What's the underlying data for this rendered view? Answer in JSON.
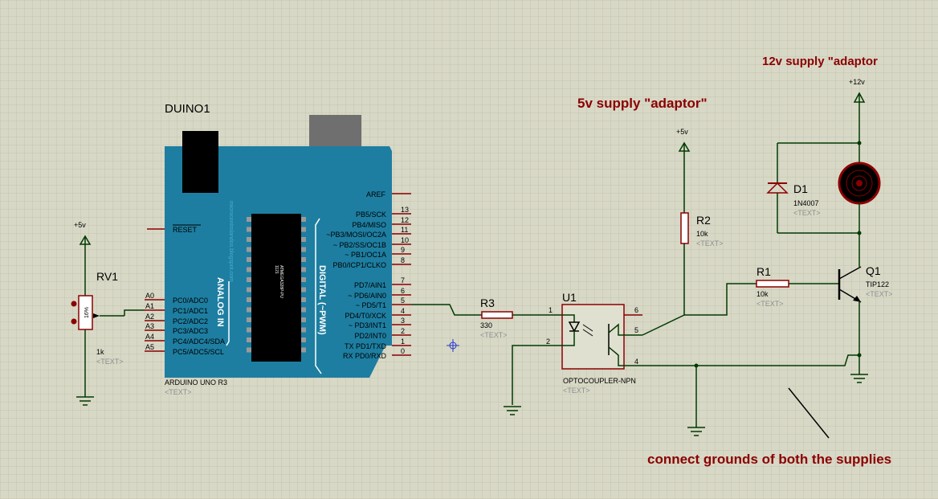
{
  "notes": {
    "supply12": "12v supply \"adaptor",
    "supply5": "5v supply \"adaptor\"",
    "grounds": "connect grounds of both the supplies"
  },
  "text_placeholder": "<TEXT>",
  "arduino": {
    "ref": "DUINO1",
    "name": "ARDUINO UNO R3",
    "reset": "RESET",
    "aref": "AREF",
    "analog_header": "ANALOG IN",
    "digital_header": "DIGITAL (~PWM)",
    "chip_label": "ATMEGA328P-PU",
    "chip_num": "1121",
    "side_text": "microcontrolandos.blogspot.com",
    "analog_pins": [
      {
        "num": "A0",
        "label": "PC0/ADC0"
      },
      {
        "num": "A1",
        "label": "PC1/ADC1"
      },
      {
        "num": "A2",
        "label": "PC2/ADC2"
      },
      {
        "num": "A3",
        "label": "PC3/ADC3"
      },
      {
        "num": "A4",
        "label": "PC4/ADC4/SDA"
      },
      {
        "num": "A5",
        "label": "PC5/ADC5/SCL"
      }
    ],
    "digital_pins_top": [
      {
        "num": "13",
        "label": "PB5/SCK"
      },
      {
        "num": "12",
        "label": "PB4/MISO"
      },
      {
        "num": "11",
        "label": "~PB3/MOSI/OC2A"
      },
      {
        "num": "10",
        "label": "~ PB2/SS/OC1B"
      },
      {
        "num": "9",
        "label": "~ PB1/OC1A"
      },
      {
        "num": "8",
        "label": "PB0/ICP1/CLKO"
      }
    ],
    "digital_pins_bottom": [
      {
        "num": "7",
        "label": "PD7/AIN1"
      },
      {
        "num": "6",
        "label": "~ PD6/AIN0"
      },
      {
        "num": "5",
        "label": "~ PD5/T1"
      },
      {
        "num": "4",
        "label": "PD4/T0/XCK"
      },
      {
        "num": "3",
        "label": "~ PD3/INT1"
      },
      {
        "num": "2",
        "label": "PD2/INT0"
      },
      {
        "num": "1",
        "label": "TX  PD1/TXD"
      },
      {
        "num": "0",
        "label": "RX  PD0/RXD"
      }
    ]
  },
  "rv1": {
    "ref": "RV1",
    "value": "1k",
    "power": "+5v",
    "percent": "16%"
  },
  "r3": {
    "ref": "R3",
    "value": "330"
  },
  "r2": {
    "ref": "R2",
    "value": "10k",
    "power": "+5v"
  },
  "r1": {
    "ref": "R1",
    "value": "10k"
  },
  "u1": {
    "ref": "U1",
    "value": "OPTOCOUPLER-NPN",
    "pins": [
      "1",
      "2",
      "6",
      "5",
      "4"
    ]
  },
  "d1": {
    "ref": "D1",
    "value": "1N4007"
  },
  "q1": {
    "ref": "Q1",
    "value": "TIP122"
  },
  "motor": {
    "power": "+12v"
  },
  "colors": {
    "background": "#d8d8c6",
    "wire": "#003a00",
    "component": "#8b0000",
    "note": "#8b0000",
    "board": "#1d7ea1",
    "placeholder": "#8e8e8e"
  }
}
